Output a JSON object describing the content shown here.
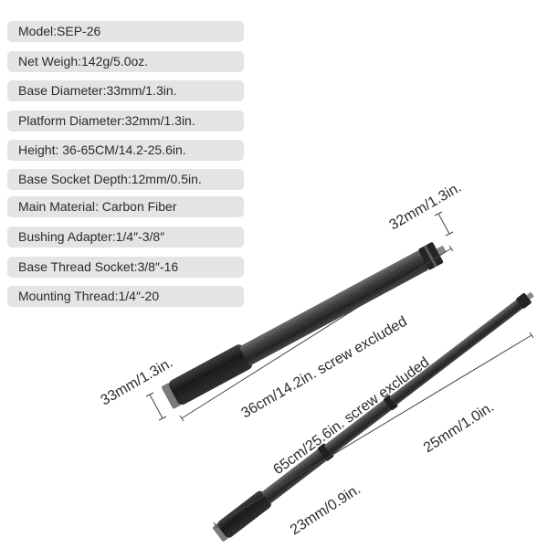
{
  "specs": [
    "Model:SEP-26",
    "Net Weigh:142g/5.0oz.",
    "Base Diameter:33mm/1.3in.",
    "Platform Diameter:32mm/1.3in.",
    "Height: 36-65CM/14.2-25.6in.",
    "Base Socket Depth:12mm/0.5in.",
    "Main Material: Carbon Fiber",
    "Bushing Adapter:1/4″-3/8″",
    "Base Thread Socket:3/8″-16",
    "Mounting Thread:1/4″-20"
  ],
  "dimensions": {
    "platform_diameter": "32mm/1.3in.",
    "base_diameter": "33mm/1.3in.",
    "collapsed_length": "36cm/14.2in. screw excluded",
    "extended_length": "65cm/25.6in. screw excluded",
    "upper_tube_diameter": "25mm/1.0in.",
    "lower_tube_diameter": "23mm/0.9in."
  },
  "colors": {
    "spec_background": "#e4e4e4",
    "spec_text": "#2b2b2b",
    "rod_dark": "#1e1e1e",
    "rod_light": "#6a6a6a",
    "dimension_line": "#444444"
  }
}
